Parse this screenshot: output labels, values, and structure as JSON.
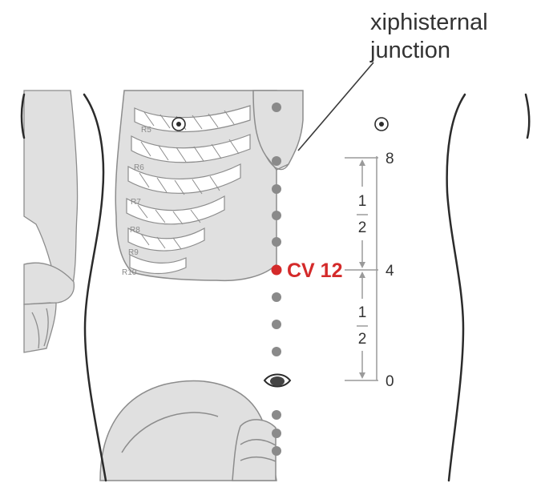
{
  "title_line1": "xiphisternal",
  "title_line2": "junction",
  "point_label": "CV 12",
  "scale": {
    "top": "8",
    "middle": "4",
    "bottom": "0",
    "upper_numerator": "1",
    "upper_denominator": "2",
    "lower_numerator": "1",
    "lower_denominator": "2"
  },
  "ribs": [
    "R5",
    "R6",
    "R7",
    "R8",
    "R9",
    "R10"
  ],
  "colors": {
    "bone_fill": "#e0e0e0",
    "bone_stroke": "#8c8c8c",
    "outline": "#2b2b2b",
    "point_red": "#d42a2a",
    "dot_gray": "#8a8a8a",
    "scale_line": "#9a9a9a"
  },
  "icons": [
    "nipple-icon",
    "navel-icon",
    "acupoint-dot-icon"
  ]
}
